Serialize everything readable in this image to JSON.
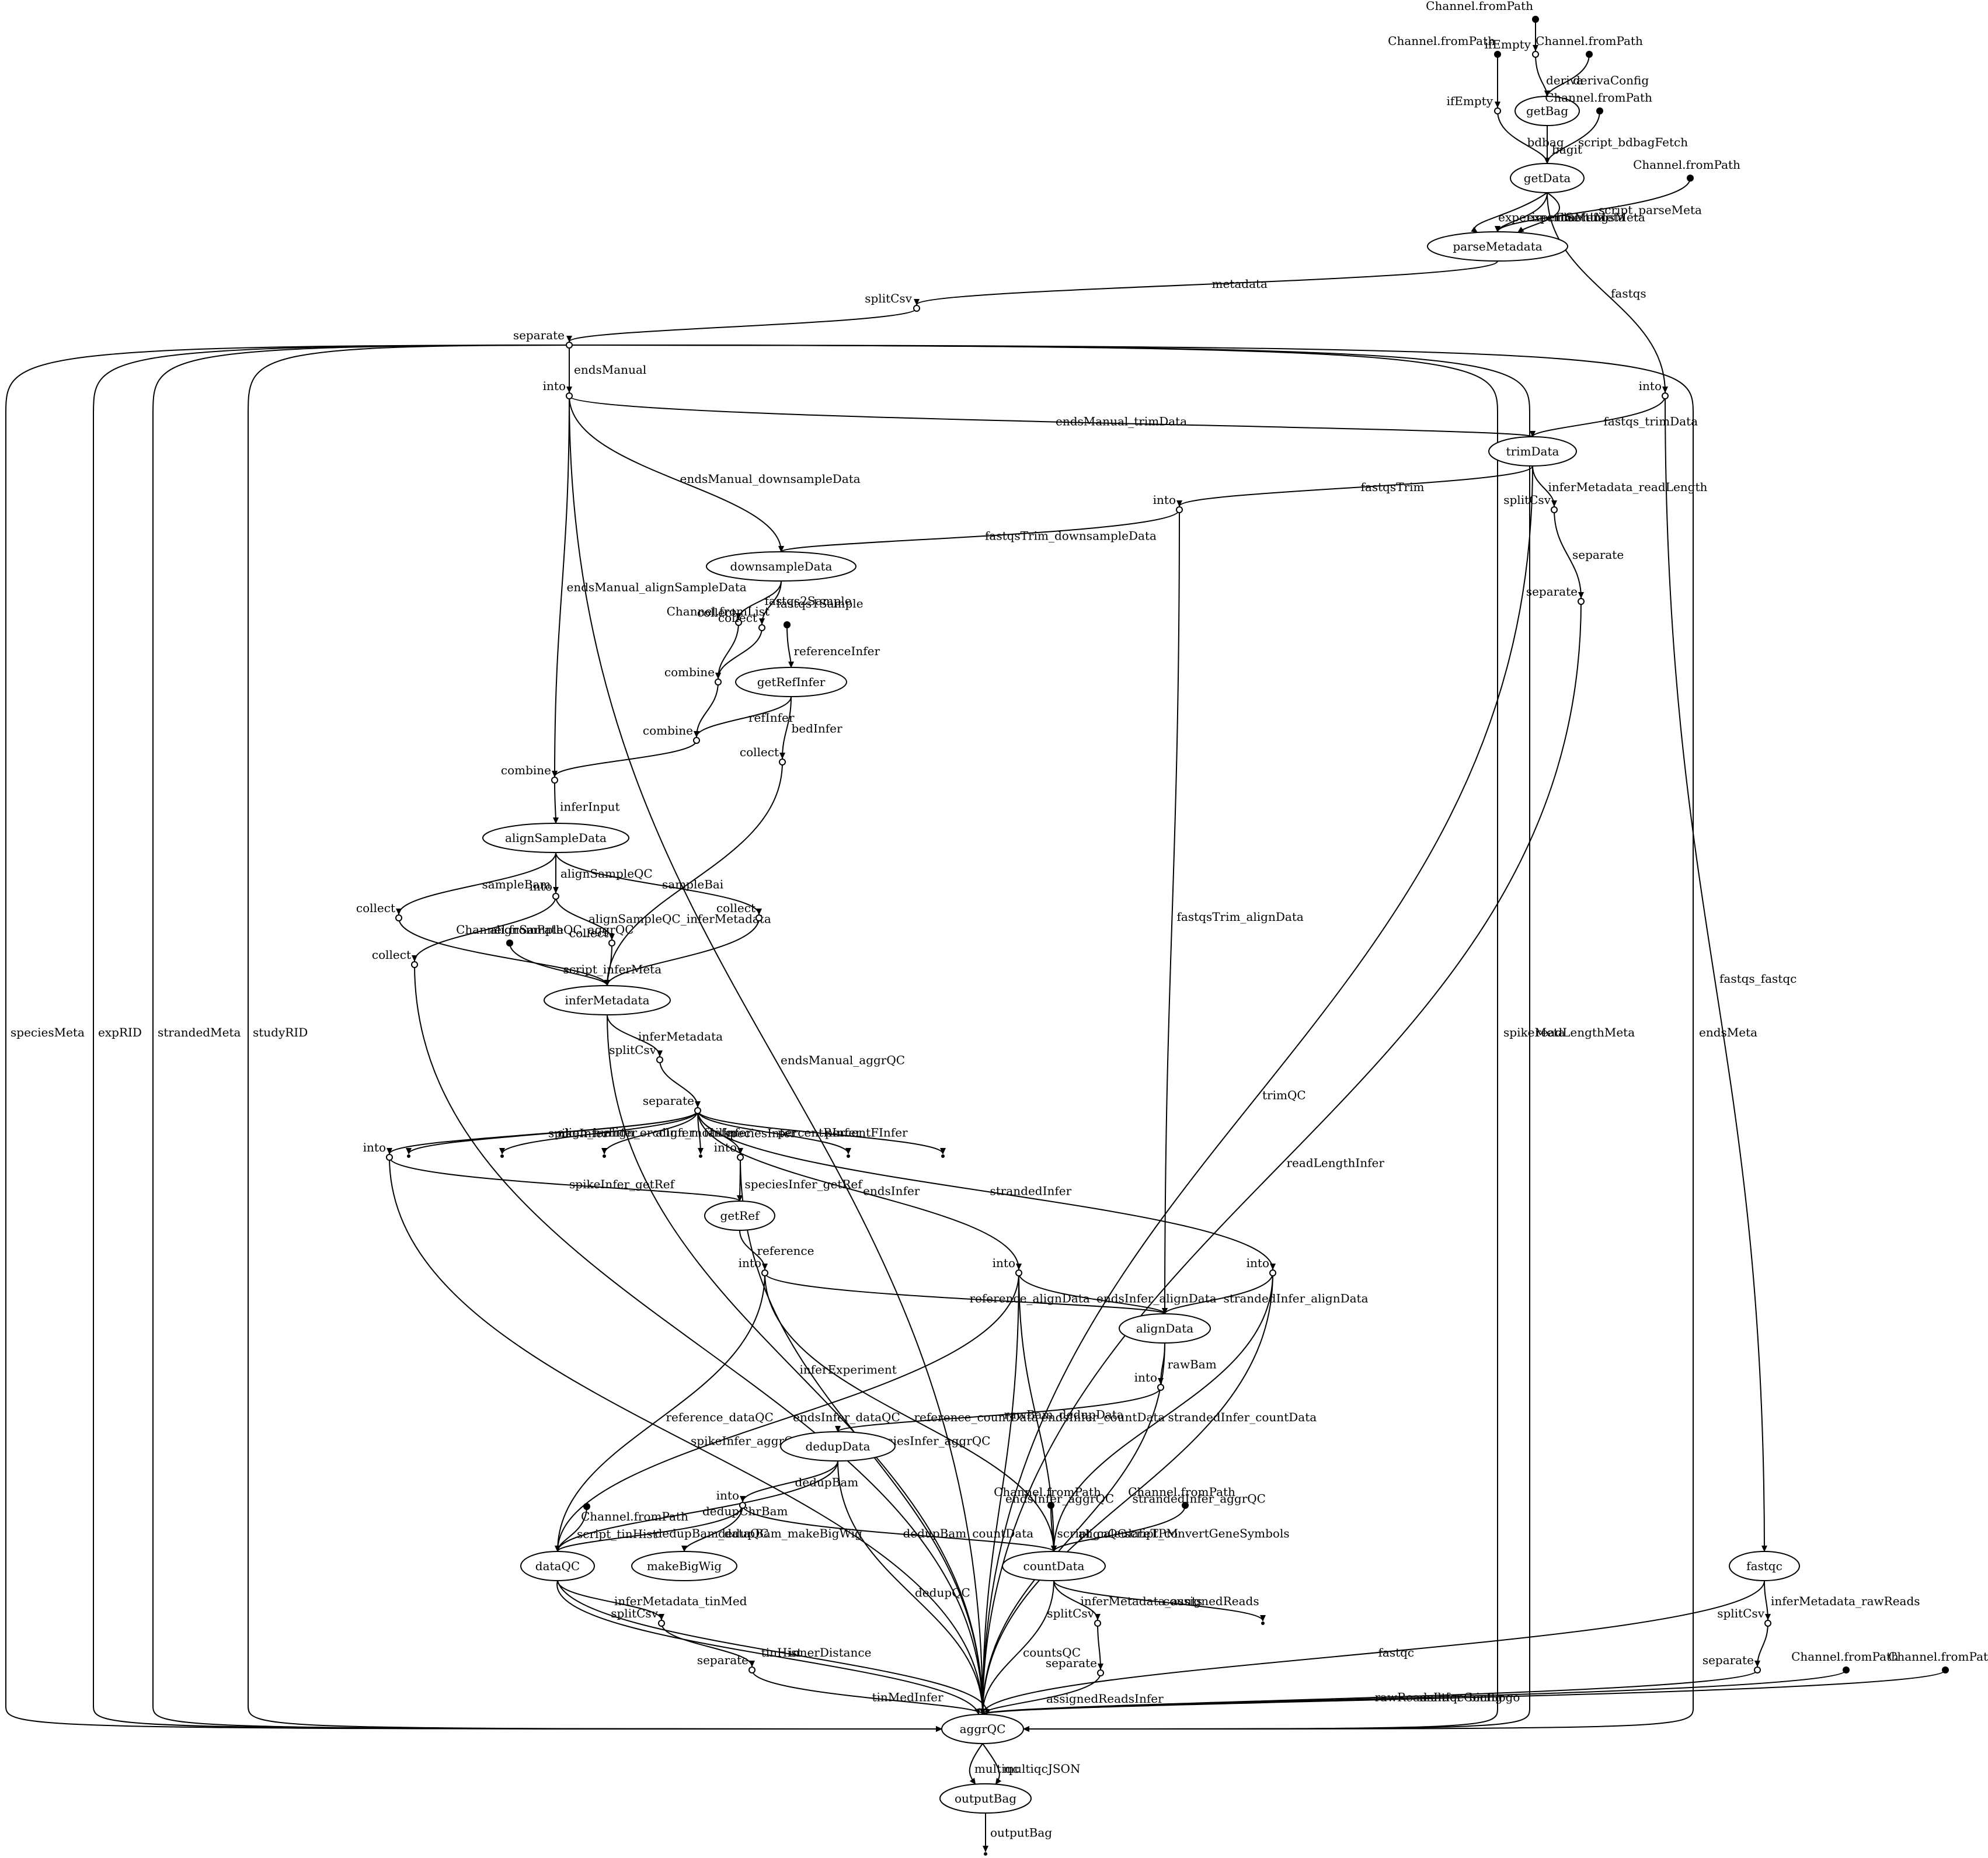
{
  "diagram": {
    "processes": [
      {
        "id": "getBag",
        "label": "getBag"
      },
      {
        "id": "getData",
        "label": "getData"
      },
      {
        "id": "parseMetadata",
        "label": "parseMetadata"
      },
      {
        "id": "trimData",
        "label": "trimData"
      },
      {
        "id": "downsampleData",
        "label": "downsampleData"
      },
      {
        "id": "getRefInfer",
        "label": "getRefInfer"
      },
      {
        "id": "alignSampleData",
        "label": "alignSampleData"
      },
      {
        "id": "inferMetadata",
        "label": "inferMetadata"
      },
      {
        "id": "getRef",
        "label": "getRef"
      },
      {
        "id": "alignData",
        "label": "alignData"
      },
      {
        "id": "dedupData",
        "label": "dedupData"
      },
      {
        "id": "makeBigWig",
        "label": "makeBigWig"
      },
      {
        "id": "countData",
        "label": "countData"
      },
      {
        "id": "dataQC",
        "label": "dataQC"
      },
      {
        "id": "fastqc",
        "label": "fastqc"
      },
      {
        "id": "aggrQC",
        "label": "aggrQC"
      },
      {
        "id": "outputBag",
        "label": "outputBag"
      }
    ],
    "operators": [
      {
        "id": "o_ifEmpty1",
        "label": "ifEmpty"
      },
      {
        "id": "o_ifEmpty2",
        "label": "ifEmpty"
      },
      {
        "id": "o_splitCsv1",
        "label": "splitCsv"
      },
      {
        "id": "o_separate1",
        "label": "separate"
      },
      {
        "id": "o_into1",
        "label": "into"
      },
      {
        "id": "o_into2",
        "label": "into"
      },
      {
        "id": "o_into3",
        "label": "into"
      },
      {
        "id": "o_splitCsv2",
        "label": "splitCsv"
      },
      {
        "id": "o_separate2",
        "label": "separate"
      },
      {
        "id": "o_collect1",
        "label": "collect"
      },
      {
        "id": "o_collect2",
        "label": "collect"
      },
      {
        "id": "o_combine1",
        "label": "combine"
      },
      {
        "id": "o_combine2",
        "label": "combine"
      },
      {
        "id": "o_collect3",
        "label": "collect"
      },
      {
        "id": "o_combine3",
        "label": "combine"
      },
      {
        "id": "o_into4",
        "label": "into"
      },
      {
        "id": "o_collect4",
        "label": "collect"
      },
      {
        "id": "o_collect5",
        "label": "collect"
      },
      {
        "id": "o_collect6",
        "label": "collect"
      },
      {
        "id": "o_collect7",
        "label": "collect"
      },
      {
        "id": "o_splitCsv3",
        "label": "splitCsv"
      },
      {
        "id": "o_separate3",
        "label": "separate"
      },
      {
        "id": "o_into5",
        "label": "into"
      },
      {
        "id": "o_into6",
        "label": "into"
      },
      {
        "id": "o_into7",
        "label": "into"
      },
      {
        "id": "o_into8",
        "label": "into"
      },
      {
        "id": "o_into9",
        "label": "into"
      },
      {
        "id": "o_into10",
        "label": "into"
      },
      {
        "id": "o_into11",
        "label": "into"
      },
      {
        "id": "o_splitCsv4",
        "label": "splitCsv"
      },
      {
        "id": "o_separate4",
        "label": "separate"
      },
      {
        "id": "o_splitCsv5",
        "label": "splitCsv"
      },
      {
        "id": "o_separate5",
        "label": "separate"
      },
      {
        "id": "o_splitCsv6",
        "label": "splitCsv"
      },
      {
        "id": "o_separate6",
        "label": "separate"
      }
    ],
    "sources": [
      {
        "id": "s1",
        "label": "Channel.fromPath"
      },
      {
        "id": "s2",
        "label": "Channel.fromPath"
      },
      {
        "id": "s3",
        "label": "Channel.fromPath"
      },
      {
        "id": "s4",
        "label": "Channel.fromPath"
      },
      {
        "id": "s5",
        "label": "Channel.fromPath"
      },
      {
        "id": "s6",
        "label": "Channel.fromList"
      },
      {
        "id": "s7",
        "label": "Channel.fromPath"
      },
      {
        "id": "s8",
        "label": "Channel.fromPath"
      },
      {
        "id": "s9",
        "label": "Channel.fromPath"
      },
      {
        "id": "s10",
        "label": "Channel.fromPath"
      },
      {
        "id": "s11",
        "label": "Channel.fromPath"
      },
      {
        "id": "s12",
        "label": "Channel.fromPath"
      },
      {
        "id": "s13",
        "label": ""
      }
    ],
    "sinks": [
      {
        "id": "k1"
      },
      {
        "id": "k2"
      },
      {
        "id": "k3"
      },
      {
        "id": "k4"
      },
      {
        "id": "k5"
      },
      {
        "id": "k6"
      },
      {
        "id": "k7"
      },
      {
        "id": "k8"
      }
    ],
    "edges": [
      {
        "from": "s1",
        "to": "o_ifEmpty1",
        "label": ""
      },
      {
        "from": "o_ifEmpty1",
        "to": "getBag",
        "label": "deriva"
      },
      {
        "from": "s2",
        "to": "getBag",
        "label": "derivaConfig"
      },
      {
        "from": "s3",
        "to": "o_ifEmpty2",
        "label": ""
      },
      {
        "from": "o_ifEmpty2",
        "to": "getData",
        "label": "bdbag"
      },
      {
        "from": "getBag",
        "to": "getData",
        "label": "bagit"
      },
      {
        "from": "s4",
        "to": "getData",
        "label": "script_bdbagFetch"
      },
      {
        "from": "getData",
        "to": "parseMetadata",
        "label": "experimentSettingsMeta"
      },
      {
        "from": "getData",
        "to": "parseMetadata",
        "label": "experimentMeta"
      },
      {
        "from": "getData",
        "to": "parseMetadata",
        "label": "fileMeta"
      },
      {
        "from": "s5",
        "to": "parseMetadata",
        "label": "script_parseMeta"
      },
      {
        "from": "getData",
        "to": "o_into2",
        "label": "fastqs"
      },
      {
        "from": "parseMetadata",
        "to": "o_splitCsv1",
        "label": "metadata"
      },
      {
        "from": "o_splitCsv1",
        "to": "o_separate1",
        "label": ""
      },
      {
        "from": "o_separate1",
        "to": "o_into1",
        "label": "endsManual"
      },
      {
        "from": "o_separate1",
        "to": "aggrQC",
        "label": "speciesMeta"
      },
      {
        "from": "o_separate1",
        "to": "aggrQC",
        "label": "expRID"
      },
      {
        "from": "o_separate1",
        "to": "aggrQC",
        "label": "strandedMeta"
      },
      {
        "from": "o_separate1",
        "to": "aggrQC",
        "label": "studyRID"
      },
      {
        "from": "o_separate1",
        "to": "aggrQC",
        "label": "spikeMeta"
      },
      {
        "from": "o_separate1",
        "to": "aggrQC",
        "label": "readLengthMeta"
      },
      {
        "from": "o_separate1",
        "to": "aggrQC",
        "label": "endsMeta"
      },
      {
        "from": "o_into1",
        "to": "trimData",
        "label": "endsManual_trimData"
      },
      {
        "from": "o_into1",
        "to": "downsampleData",
        "label": "endsManual_downsampleData"
      },
      {
        "from": "o_into1",
        "to": "o_combine3",
        "label": "endsManual_alignSampleData"
      },
      {
        "from": "o_into1",
        "to": "aggrQC",
        "label": "endsManual_aggrQC"
      },
      {
        "from": "o_into2",
        "to": "trimData",
        "label": "fastqs_trimData"
      },
      {
        "from": "o_into2",
        "to": "fastqc",
        "label": "fastqs_fastqc"
      },
      {
        "from": "trimData",
        "to": "o_into3",
        "label": "fastqsTrim"
      },
      {
        "from": "trimData",
        "to": "o_splitCsv2",
        "label": "inferMetadata_readLength"
      },
      {
        "from": "trimData",
        "to": "aggrQC",
        "label": "trimQC"
      },
      {
        "from": "o_splitCsv2",
        "to": "o_separate2",
        "label": "separate"
      },
      {
        "from": "o_separate2",
        "to": "aggrQC",
        "label": "readLengthInfer"
      },
      {
        "from": "o_into3",
        "to": "downsampleData",
        "label": "fastqsTrim_downsampleData"
      },
      {
        "from": "o_into3",
        "to": "alignData",
        "label": "fastqsTrim_alignData"
      },
      {
        "from": "downsampleData",
        "to": "o_collect1",
        "label": "fastqs2Sample"
      },
      {
        "from": "downsampleData",
        "to": "o_collect2",
        "label": "fastqs1Sample"
      },
      {
        "from": "o_collect1",
        "to": "o_combine1",
        "label": ""
      },
      {
        "from": "o_collect2",
        "to": "o_combine1",
        "label": ""
      },
      {
        "from": "s6",
        "to": "getRefInfer",
        "label": "referenceInfer"
      },
      {
        "from": "o_combine1",
        "to": "o_combine2",
        "label": ""
      },
      {
        "from": "getRefInfer",
        "to": "o_combine2",
        "label": "refInfer"
      },
      {
        "from": "getRefInfer",
        "to": "o_collect3",
        "label": "bedInfer"
      },
      {
        "from": "o_combine2",
        "to": "o_combine3",
        "label": ""
      },
      {
        "from": "o_combine3",
        "to": "alignSampleData",
        "label": "inferInput"
      },
      {
        "from": "alignSampleData",
        "to": "o_collect4",
        "label": "sampleBam"
      },
      {
        "from": "alignSampleData",
        "to": "o_into4",
        "label": "alignSampleQC"
      },
      {
        "from": "alignSampleData",
        "to": "o_collect5",
        "label": "sampleBai"
      },
      {
        "from": "o_into4",
        "to": "o_collect6",
        "label": "alignSampleQC_aggrQC"
      },
      {
        "from": "o_into4",
        "to": "o_collect7",
        "label": "alignSampleQC_inferMetadata"
      },
      {
        "from": "o_collect4",
        "to": "inferMetadata",
        "label": ""
      },
      {
        "from": "o_collect5",
        "to": "inferMetadata",
        "label": ""
      },
      {
        "from": "o_collect7",
        "to": "inferMetadata",
        "label": ""
      },
      {
        "from": "o_collect3",
        "to": "inferMetadata",
        "label": ""
      },
      {
        "from": "s7",
        "to": "inferMetadata",
        "label": "script_inferMeta"
      },
      {
        "from": "o_collect6",
        "to": "aggrQC",
        "label": ""
      },
      {
        "from": "inferMetadata",
        "to": "o_splitCsv3",
        "label": "inferMetadata"
      },
      {
        "from": "inferMetadata",
        "to": "aggrQC",
        "label": "inferExperiment"
      },
      {
        "from": "o_splitCsv3",
        "to": "o_separate3",
        "label": ""
      },
      {
        "from": "o_separate3",
        "to": "o_into5",
        "label": "spikeInfer"
      },
      {
        "from": "o_separate3",
        "to": "k1",
        "label": "align_huInfer"
      },
      {
        "from": "o_separate3",
        "to": "k2",
        "label": "align_erccInfer"
      },
      {
        "from": "o_separate3",
        "to": "k3",
        "label": "align_moInfer"
      },
      {
        "from": "o_separate3",
        "to": "k4",
        "label": "failInfer"
      },
      {
        "from": "o_separate3",
        "to": "o_into6",
        "label": "speciesInfer"
      },
      {
        "from": "o_separate3",
        "to": "k5",
        "label": "percentRInfer"
      },
      {
        "from": "o_separate3",
        "to": "k6",
        "label": "percentFInfer"
      },
      {
        "from": "o_separate3",
        "to": "o_into8",
        "label": "endsInfer"
      },
      {
        "from": "o_separate3",
        "to": "o_into9",
        "label": "strandedInfer"
      },
      {
        "from": "o_into5",
        "to": "getRef",
        "label": "spikeInfer_getRef"
      },
      {
        "from": "o_into5",
        "to": "aggrQC",
        "label": "spikeInfer_aggrQC"
      },
      {
        "from": "o_into6",
        "to": "getRef",
        "label": "speciesInfer_getRef"
      },
      {
        "from": "o_into6",
        "to": "aggrQC",
        "label": "speciesInfer_aggrQC"
      },
      {
        "from": "getRef",
        "to": "o_into7",
        "label": "reference"
      },
      {
        "from": "o_into7",
        "to": "alignData",
        "label": "reference_alignData"
      },
      {
        "from": "o_into7",
        "to": "dataQC",
        "label": "reference_dataQC"
      },
      {
        "from": "o_into7",
        "to": "countData",
        "label": "reference_countData"
      },
      {
        "from": "o_into8",
        "to": "alignData",
        "label": "endsInfer_alignData"
      },
      {
        "from": "o_into8",
        "to": "countData",
        "label": "endsInfer_countData"
      },
      {
        "from": "o_into8",
        "to": "dataQC",
        "label": "endsInfer_dataQC"
      },
      {
        "from": "o_into8",
        "to": "aggrQC",
        "label": "endsInfer_aggrQC"
      },
      {
        "from": "o_into9",
        "to": "alignData",
        "label": "strandedInfer_alignData"
      },
      {
        "from": "o_into9",
        "to": "countData",
        "label": "strandedInfer_countData"
      },
      {
        "from": "o_into9",
        "to": "aggrQC",
        "label": "strandedInfer_aggrQC"
      },
      {
        "from": "alignData",
        "to": "o_into10",
        "label": "rawBam"
      },
      {
        "from": "alignData",
        "to": "aggrQC",
        "label": "alignQC"
      },
      {
        "from": "o_into10",
        "to": "dedupData",
        "label": "rawBam_dedupData"
      },
      {
        "from": "dedupData",
        "to": "o_into11",
        "label": "dedupBam"
      },
      {
        "from": "dedupData",
        "to": "dataQC",
        "label": "dedupChrBam"
      },
      {
        "from": "dedupData",
        "to": "aggrQC",
        "label": "dedupQC"
      },
      {
        "from": "o_into11",
        "to": "dataQC",
        "label": "dedupBam_dataQC"
      },
      {
        "from": "o_into11",
        "to": "makeBigWig",
        "label": "dedupBam_makeBigWig"
      },
      {
        "from": "o_into11",
        "to": "countData",
        "label": "dedupBam_countData"
      },
      {
        "from": "s8",
        "to": "dataQC",
        "label": "script_tinHist"
      },
      {
        "from": "s9",
        "to": "countData",
        "label": "script_calculateTPM"
      },
      {
        "from": "s10",
        "to": "countData",
        "label": "script_convertGeneSymbols"
      },
      {
        "from": "countData",
        "to": "o_splitCsv4",
        "label": "inferMetadata_assignedReads"
      },
      {
        "from": "countData",
        "to": "k7",
        "label": "counts"
      },
      {
        "from": "countData",
        "to": "aggrQC",
        "label": "countsQC"
      },
      {
        "from": "o_splitCsv4",
        "to": "o_separate4",
        "label": ""
      },
      {
        "from": "o_separate4",
        "to": "aggrQC",
        "label": "assignedReadsInfer"
      },
      {
        "from": "dataQC",
        "to": "o_splitCsv5",
        "label": "inferMetadata_tinMed"
      },
      {
        "from": "dataQC",
        "to": "aggrQC",
        "label": "tinHist"
      },
      {
        "from": "dataQC",
        "to": "aggrQC",
        "label": "innerDistance"
      },
      {
        "from": "o_splitCsv5",
        "to": "o_separate5",
        "label": ""
      },
      {
        "from": "o_separate5",
        "to": "aggrQC",
        "label": "tinMedInfer"
      },
      {
        "from": "fastqc",
        "to": "o_splitCsv6",
        "label": "inferMetadata_rawReads"
      },
      {
        "from": "fastqc",
        "to": "aggrQC",
        "label": "fastqc"
      },
      {
        "from": "o_splitCsv6",
        "to": "o_separate6",
        "label": ""
      },
      {
        "from": "o_separate6",
        "to": "aggrQC",
        "label": "rawReadsInfer"
      },
      {
        "from": "s11",
        "to": "aggrQC",
        "label": "multiqcConfig"
      },
      {
        "from": "s12",
        "to": "aggrQC",
        "label": "bicfLogo"
      },
      {
        "from": "aggrQC",
        "to": "outputBag",
        "label": "multiqc"
      },
      {
        "from": "aggrQC",
        "to": "outputBag",
        "label": "multiqcJSON"
      },
      {
        "from": "outputBag",
        "to": "k8",
        "label": "outputBag"
      }
    ]
  }
}
